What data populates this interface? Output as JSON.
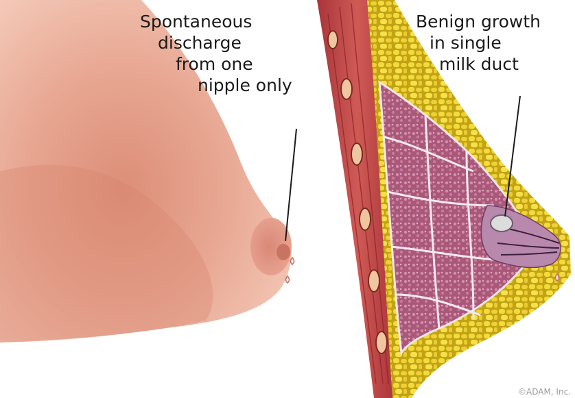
{
  "labels": {
    "discharge": [
      "Spontaneous",
      "discharge",
      "from one",
      "nipple only"
    ],
    "growth": [
      "Benign growth",
      "in single",
      "milk duct"
    ]
  },
  "copyright": "©ADAM, Inc."
}
